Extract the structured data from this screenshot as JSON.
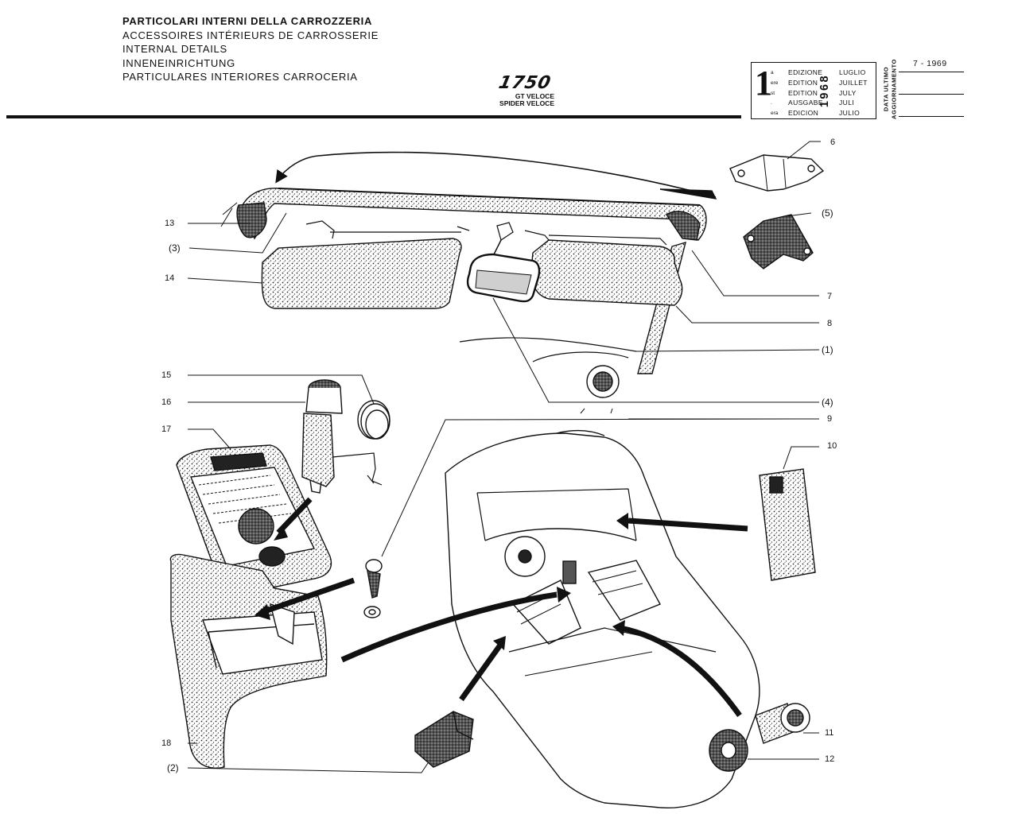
{
  "header": {
    "titles": [
      "PARTICOLARI INTERNI DELLA CARROZZERIA",
      "ACCESSOIRES INTÉRIEURS DE CARROSSERIE",
      "INTERNAL DETAILS",
      "INNENEINRICHTUNG",
      "PARTICULARES INTERIORES CARROCERIA"
    ],
    "model": "1750",
    "variants": [
      "GT VELOCE",
      "SPIDER VELOCE"
    ]
  },
  "edition_box": {
    "number": "1",
    "suffixes": [
      "a",
      "ere",
      "st",
      ".",
      "era"
    ],
    "labels": [
      "EDIZIONE",
      "EDITION",
      "EDITION",
      "AUSGABE",
      "EDICION"
    ],
    "year": "1968",
    "months": [
      "LUGLIO",
      "JUILLET",
      "JULY",
      "JULI",
      "JULIO"
    ]
  },
  "update": {
    "labels": [
      "DATA ULTIMO",
      "AGGIORNAMENTO"
    ],
    "date": "7 - 1969"
  },
  "diagram": {
    "part_labels": {
      "p1": "(1)",
      "p2": "(2)",
      "p3": "(3)",
      "p4": "(4)",
      "p5": "(5)",
      "p6": "6",
      "p7": "7",
      "p8": "8",
      "p9": "9",
      "p10": "10",
      "p11": "11",
      "p12": "12",
      "p13": "13",
      "p14": "14",
      "p15": "15",
      "p16": "16",
      "p17": "17",
      "p18": "18"
    }
  }
}
